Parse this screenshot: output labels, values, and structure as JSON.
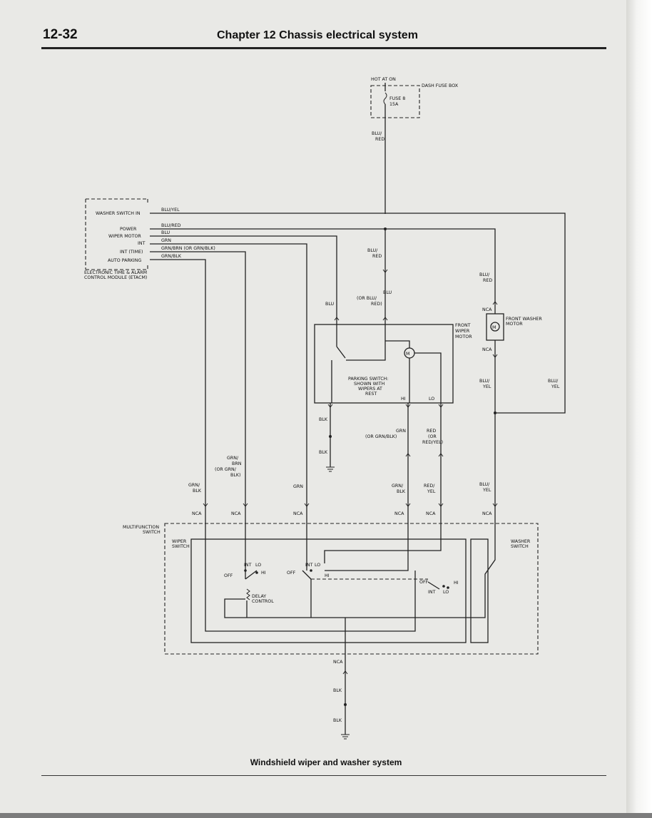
{
  "header": {
    "page_number": "12-32",
    "chapter": "Chapter 12   Chassis electrical system"
  },
  "caption": "Windshield wiper and washer system",
  "diagram": {
    "power": {
      "hot": "HOT AT ON",
      "fuse_box": "DASH FUSE BOX",
      "fuse": "FUSE 8",
      "fuse_rating": "15A"
    },
    "etacm": {
      "washer_switch_in": "WASHER SWITCH IN",
      "power": "POWER",
      "wiper_motor": "WIPER MOTOR",
      "int": "INT",
      "int_time": "INT (TIME)",
      "auto_parking": "AUTO PARKING",
      "name_line1": "ELECTRONIC TIME & ALARM",
      "name_line2": "CONTROL MODULE (ETACM)"
    },
    "wires": {
      "blu_yel": "BLU/YEL",
      "blu_red": "BLU/RED",
      "blu": "BLU",
      "grn": "GRN",
      "grn_brn": "GRN/BRN (OR GRN/BLK)",
      "grn_blk": "GRN/BLK",
      "blu_slash": "BLU/",
      "red": "RED",
      "or_blu": "(OR BLU/",
      "red_paren": "RED)",
      "yel": "YEL",
      "blk": "BLK",
      "grn_slash": "GRN/",
      "brn": "BRN",
      "or_grn": "(OR GRN/",
      "blk_paren": "BLK)",
      "or_grn_blk": "(OR GRN/BLK)",
      "or": "(OR",
      "red_yel_paren": "RED/YEL)",
      "red_slash": "RED/"
    },
    "motor": {
      "front_wiper_l1": "FRONT",
      "front_wiper_l2": "WIPER",
      "front_wiper_l3": "MOTOR",
      "parking_l1": "PARKING SWITCH:",
      "parking_l2": "SHOWN WITH",
      "parking_l3": "WIPERS AT",
      "parking_l4": "REST",
      "hi": "HI",
      "lo": "LO",
      "m": "M"
    },
    "washer_motor": {
      "l1": "FRONT WASHER",
      "l2": "MOTOR"
    },
    "nca": "NCA",
    "multifunction": {
      "l1": "MULTIFUNCTION",
      "l2": "SWITCH",
      "wiper_l1": "WIPER",
      "wiper_l2": "SWITCH",
      "washer_l1": "WASHER",
      "washer_l2": "SWITCH",
      "int": "INT",
      "lo": "LO",
      "hi": "HI",
      "off": "OFF",
      "delay_l1": "DELAY",
      "delay_l2": "CONTROL"
    }
  }
}
